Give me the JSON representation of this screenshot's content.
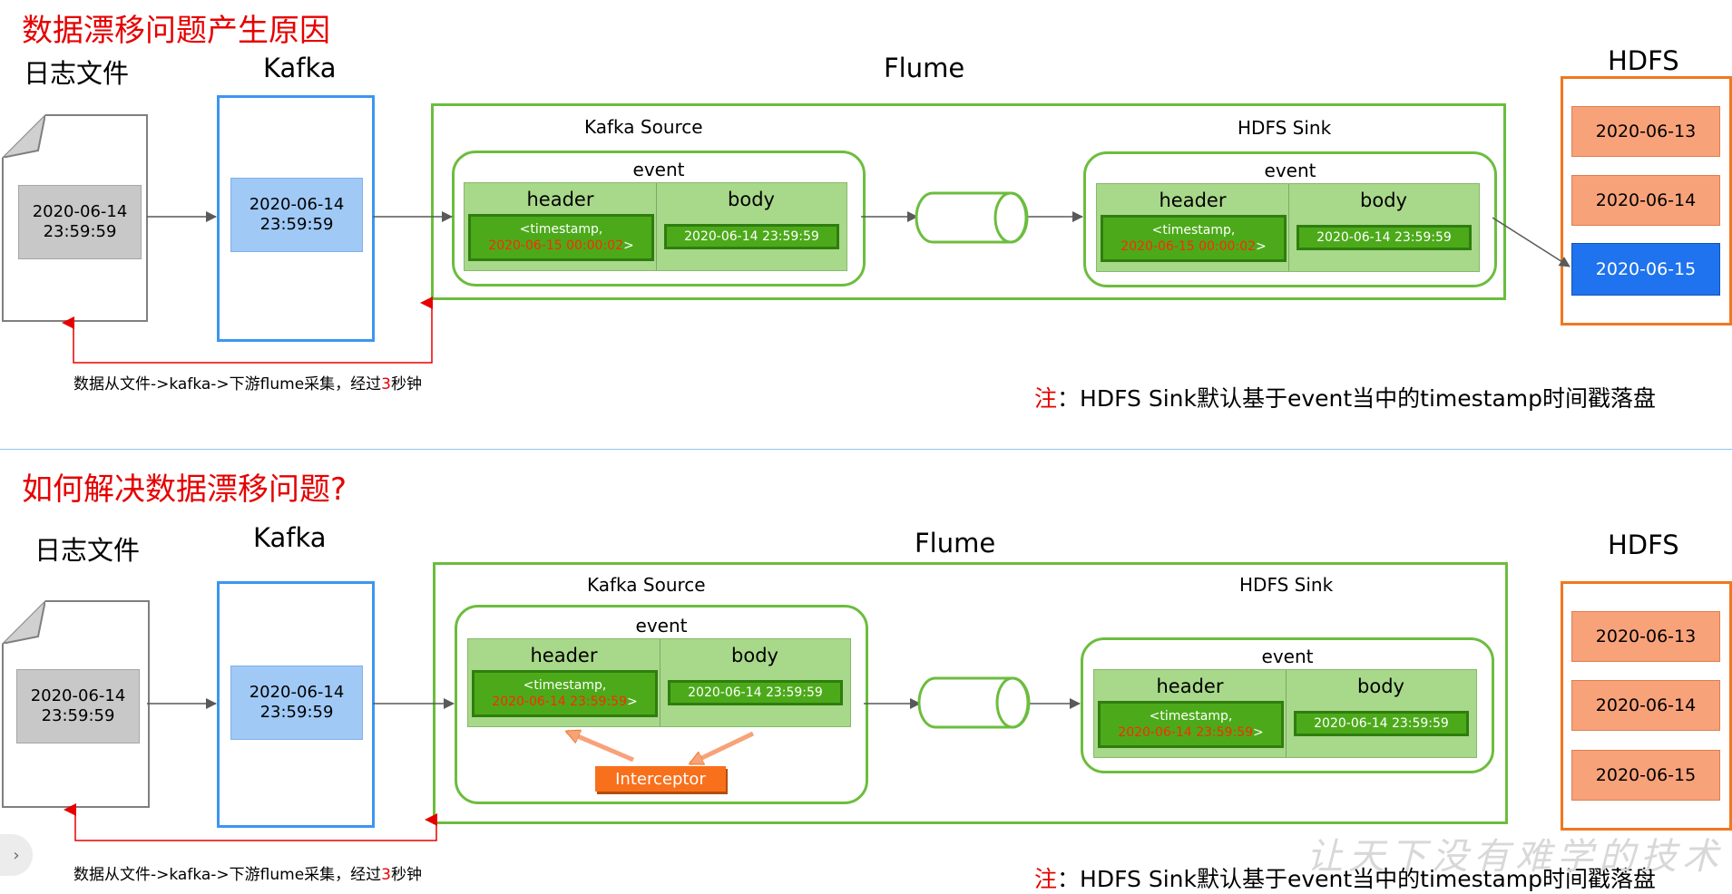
{
  "top": {
    "title": "数据漂移问题产生原因",
    "labels": {
      "logfile": "日志文件",
      "kafka": "Kafka",
      "flume": "Flume",
      "hdfs": "HDFS"
    },
    "file_box": [
      "2020-06-14",
      "23:59:59"
    ],
    "kafka_box": [
      "2020-06-14",
      "23:59:59"
    ],
    "kafka_source": "Kafka Source",
    "hdfs_sink": "HDFS Sink",
    "event_left": {
      "title": "event",
      "header": "header",
      "body": "body",
      "ts_key": "<timestamp,",
      "ts_value": "2020-06-15 00:00:02",
      "ts_close": ">",
      "body_value": "2020-06-14 23:59:59"
    },
    "channel": "channel",
    "event_right": {
      "title": "event",
      "header": "header",
      "body": "body",
      "ts_key": "<timestamp,",
      "ts_value": "2020-06-15 00:00:02",
      "ts_close": ">",
      "body_value": "2020-06-14 23:59:59"
    },
    "hdfs_dirs": [
      "2020-06-13",
      "2020-06-14",
      "2020-06-15"
    ],
    "caption_pre": "数据从文件->kafka->下游flume采集，经过",
    "caption_num": "3",
    "caption_post": "秒钟",
    "note_mark": "注",
    "note_text": "：HDFS Sink默认基于event当中的timestamp时间戳落盘"
  },
  "bottom": {
    "title": "如何解决数据漂移问题?",
    "labels": {
      "logfile": "日志文件",
      "kafka": "Kafka",
      "flume": "Flume",
      "hdfs": "HDFS"
    },
    "file_box": [
      "2020-06-14",
      "23:59:59"
    ],
    "kafka_box": [
      "2020-06-14",
      "23:59:59"
    ],
    "kafka_source": "Kafka Source",
    "hdfs_sink": "HDFS Sink",
    "event_left": {
      "title": "event",
      "header": "header",
      "body": "body",
      "ts_key": "<timestamp,",
      "ts_value": "2020-06-14 23:59:59",
      "ts_close": ">",
      "body_value": "2020-06-14 23:59:59"
    },
    "interceptor": "Interceptor",
    "channel": "channel",
    "event_right": {
      "title": "event",
      "header": "header",
      "body": "body",
      "ts_key": "<timestamp,",
      "ts_value": "2020-06-14 23:59:59",
      "ts_close": ">",
      "body_value": "2020-06-14 23:59:59"
    },
    "hdfs_dirs": [
      "2020-06-13",
      "2020-06-14",
      "2020-06-15"
    ],
    "caption_pre": "数据从文件->kafka->下游flume采集，经过",
    "caption_num": "3",
    "caption_post": "秒钟",
    "note_mark": "注",
    "note_text": "：HDFS Sink默认基于event当中的timestamp时间戳落盘"
  },
  "watermark": "让天下没有难学的技术",
  "colors": {
    "red": "#e60000",
    "kafka_border": "#3c96f0",
    "flume_border": "#6cbd3e",
    "hdfs_border": "#f07820",
    "hdfs_highlight": "#1f73ee",
    "interceptor": "#f8701c"
  }
}
